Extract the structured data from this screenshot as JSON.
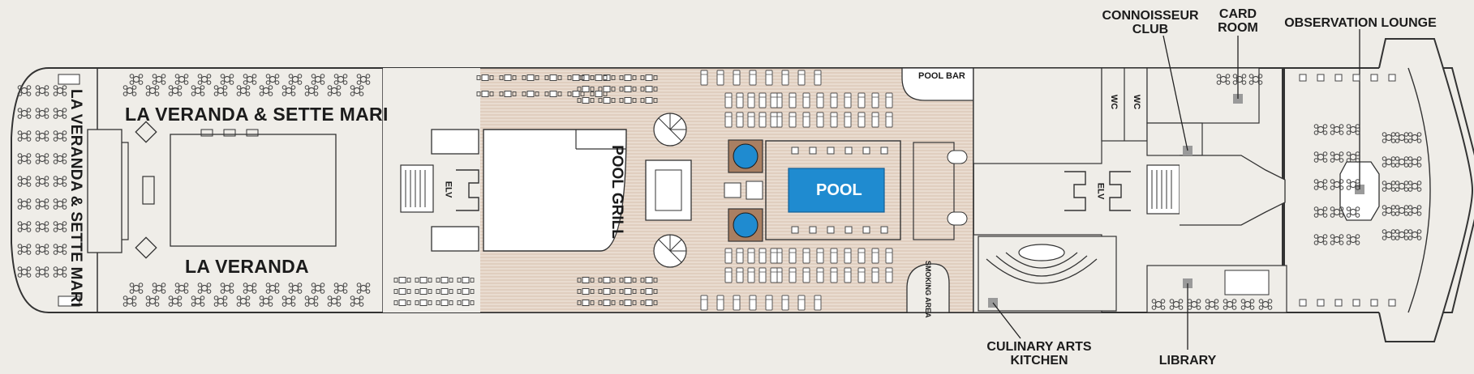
{
  "map": {
    "colors": {
      "background": "#eeece7",
      "deck": "#efede8",
      "outline": "#333333",
      "pool_deck": "#e9dcd0",
      "pool_deck_lines": "#d2b9a6",
      "pool_water": "#1f8bd0",
      "jacuzzi_surround": "#a97f62",
      "marker": "#9a9a9a"
    },
    "icons": [
      "elevator-icon",
      "stairs-icon",
      "spiral-stair-icon",
      "location-marker-icon"
    ]
  },
  "labels": {
    "veranda_sette_mari": "LA VERANDA & SETTE MARI",
    "veranda_sette_mari_vertical": "LA VERANDA & SETTE MARI",
    "veranda": "LA VERANDA",
    "pool_grill": "POOL GRILL",
    "pool": "POOL",
    "pool_bar": "POOL BAR",
    "smoking_area": "SMOKING AREA",
    "elv_aft": "ELV",
    "elv_fwd": "ELV",
    "wc_1": "WC",
    "wc_2": "WC",
    "connoisseur_club": "CONNOISSEUR CLUB",
    "card_room": "CARD ROOM",
    "observation_lounge": "OBSERVATION LOUNGE",
    "culinary_arts_kitchen": "CULINARY ARTS KITCHEN",
    "library": "LIBRARY"
  }
}
